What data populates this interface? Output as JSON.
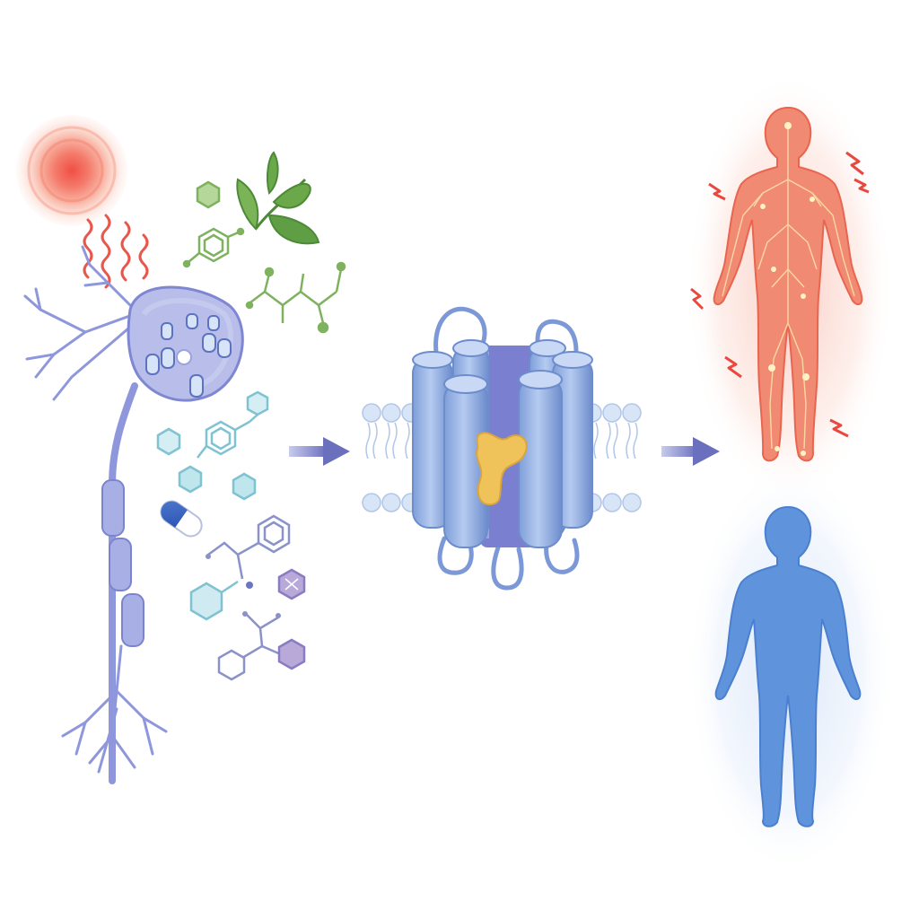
{
  "diagram": {
    "panels": [
      {
        "id": "stimuli",
        "items": [
          "heat-source",
          "sensory-neuron",
          "plant-leaves",
          "capsule",
          "molecules"
        ]
      },
      {
        "id": "channel",
        "items": [
          "ion-channel",
          "lipid-bilayer",
          "bound-ligand"
        ]
      },
      {
        "id": "outcomes",
        "items": [
          "pain-body",
          "relieved-body"
        ]
      }
    ],
    "colors": {
      "neuron": "#8f97dc",
      "channel": "#8fb1e6",
      "ligand": "#efc25a",
      "heat": "#f26b5b",
      "leaf": "#5f9e45",
      "pain_body": "#f08a72",
      "calm_body": "#5f93dc",
      "arrow": "#7177c0"
    },
    "icons": [
      "heat-icon",
      "neuron-icon",
      "leaf-icon",
      "capsule-icon",
      "molecule-icon",
      "channel-icon",
      "body-icon",
      "lightning-icon",
      "arrow-icon"
    ]
  }
}
